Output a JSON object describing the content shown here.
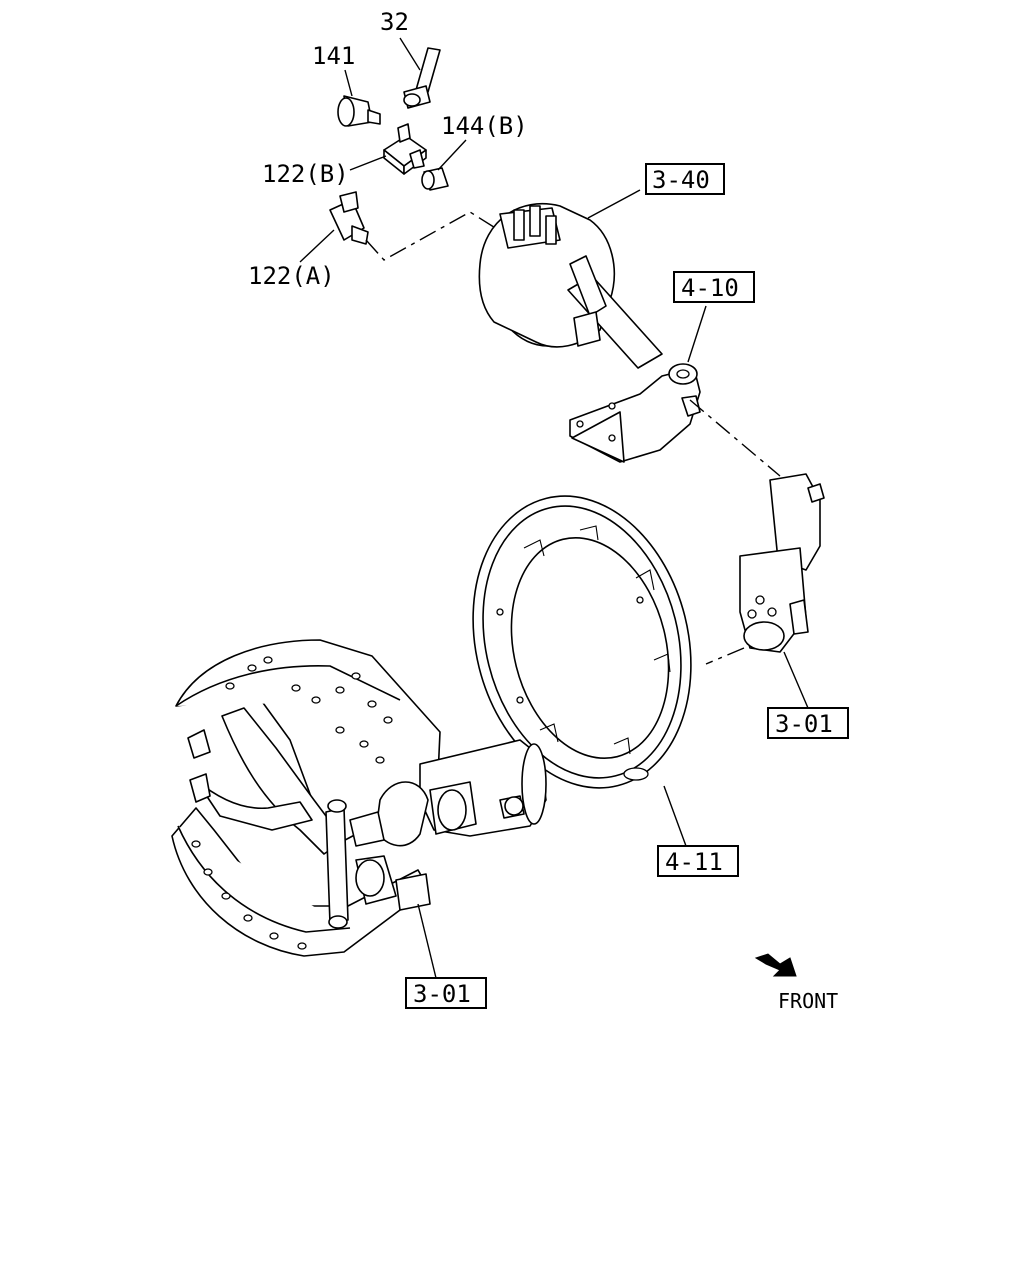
{
  "callouts": {
    "part_32": "32",
    "part_141": "141",
    "part_144b": "144(B)",
    "part_122b": "122(B)",
    "part_122a": "122(A)"
  },
  "ref_boxes": {
    "ref_3_40": "3-40",
    "ref_4_10": "4-10",
    "ref_3_01_upper": "3-01",
    "ref_4_11": "4-11",
    "ref_3_01_lower": "3-01"
  },
  "direction": {
    "front_label": "FRONT",
    "arrow_icon": "front-direction-arrow"
  }
}
